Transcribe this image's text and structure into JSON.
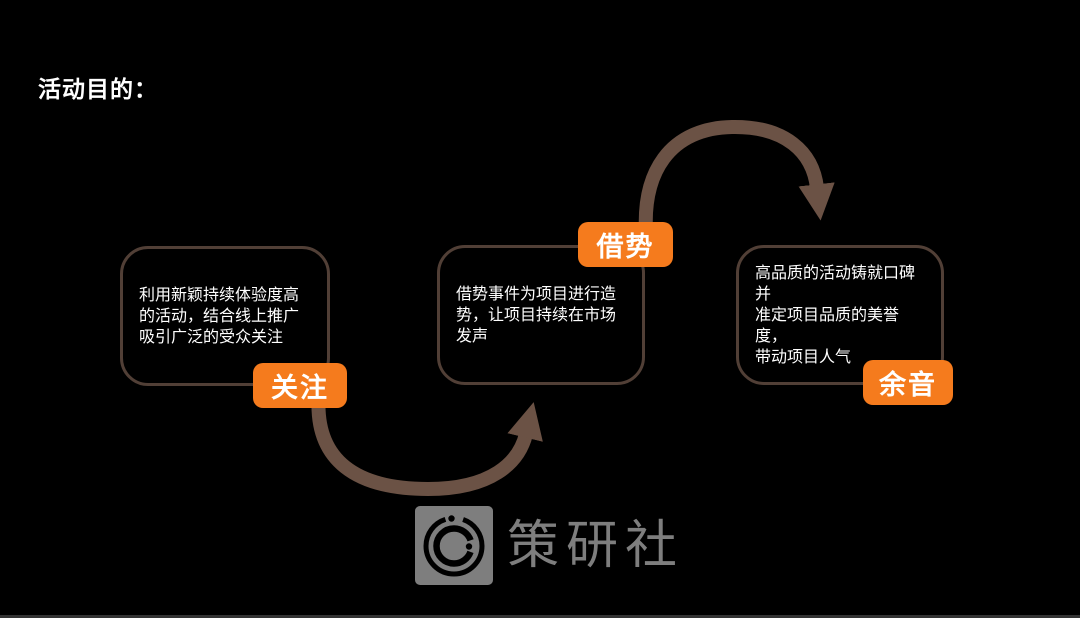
{
  "page": {
    "title": "活动目的："
  },
  "colors": {
    "background": "#000000",
    "accent_orange": "#f57b1d",
    "arrow_brown": "#6b5245",
    "box_border": "#513f36",
    "text_white": "#ffffff",
    "watermark_gray": "#7e7e7e"
  },
  "steps": [
    {
      "label": "关注",
      "description": "利用新颖持续体验度高\n的活动，结合线上推广\n吸引广泛的受众关注",
      "badge_position": "bottom-right"
    },
    {
      "label": "借势",
      "description": "借势事件为项目进行造\n势，让项目持续在市场\n发声",
      "badge_position": "top-right"
    },
    {
      "label": "余音",
      "description": "高品质的活动铸就口碑并\n准定项目品质的美誉度，\n带动项目人气",
      "badge_position": "bottom-right"
    }
  ],
  "arrows": [
    {
      "from": "关注",
      "to": "借势",
      "shape": "u-curve-up-right"
    },
    {
      "from": "借势",
      "to": "余音",
      "shape": "arc-over-down-right"
    }
  ],
  "watermark": {
    "logo": "aperture-circle-logo",
    "text": "策研社"
  }
}
